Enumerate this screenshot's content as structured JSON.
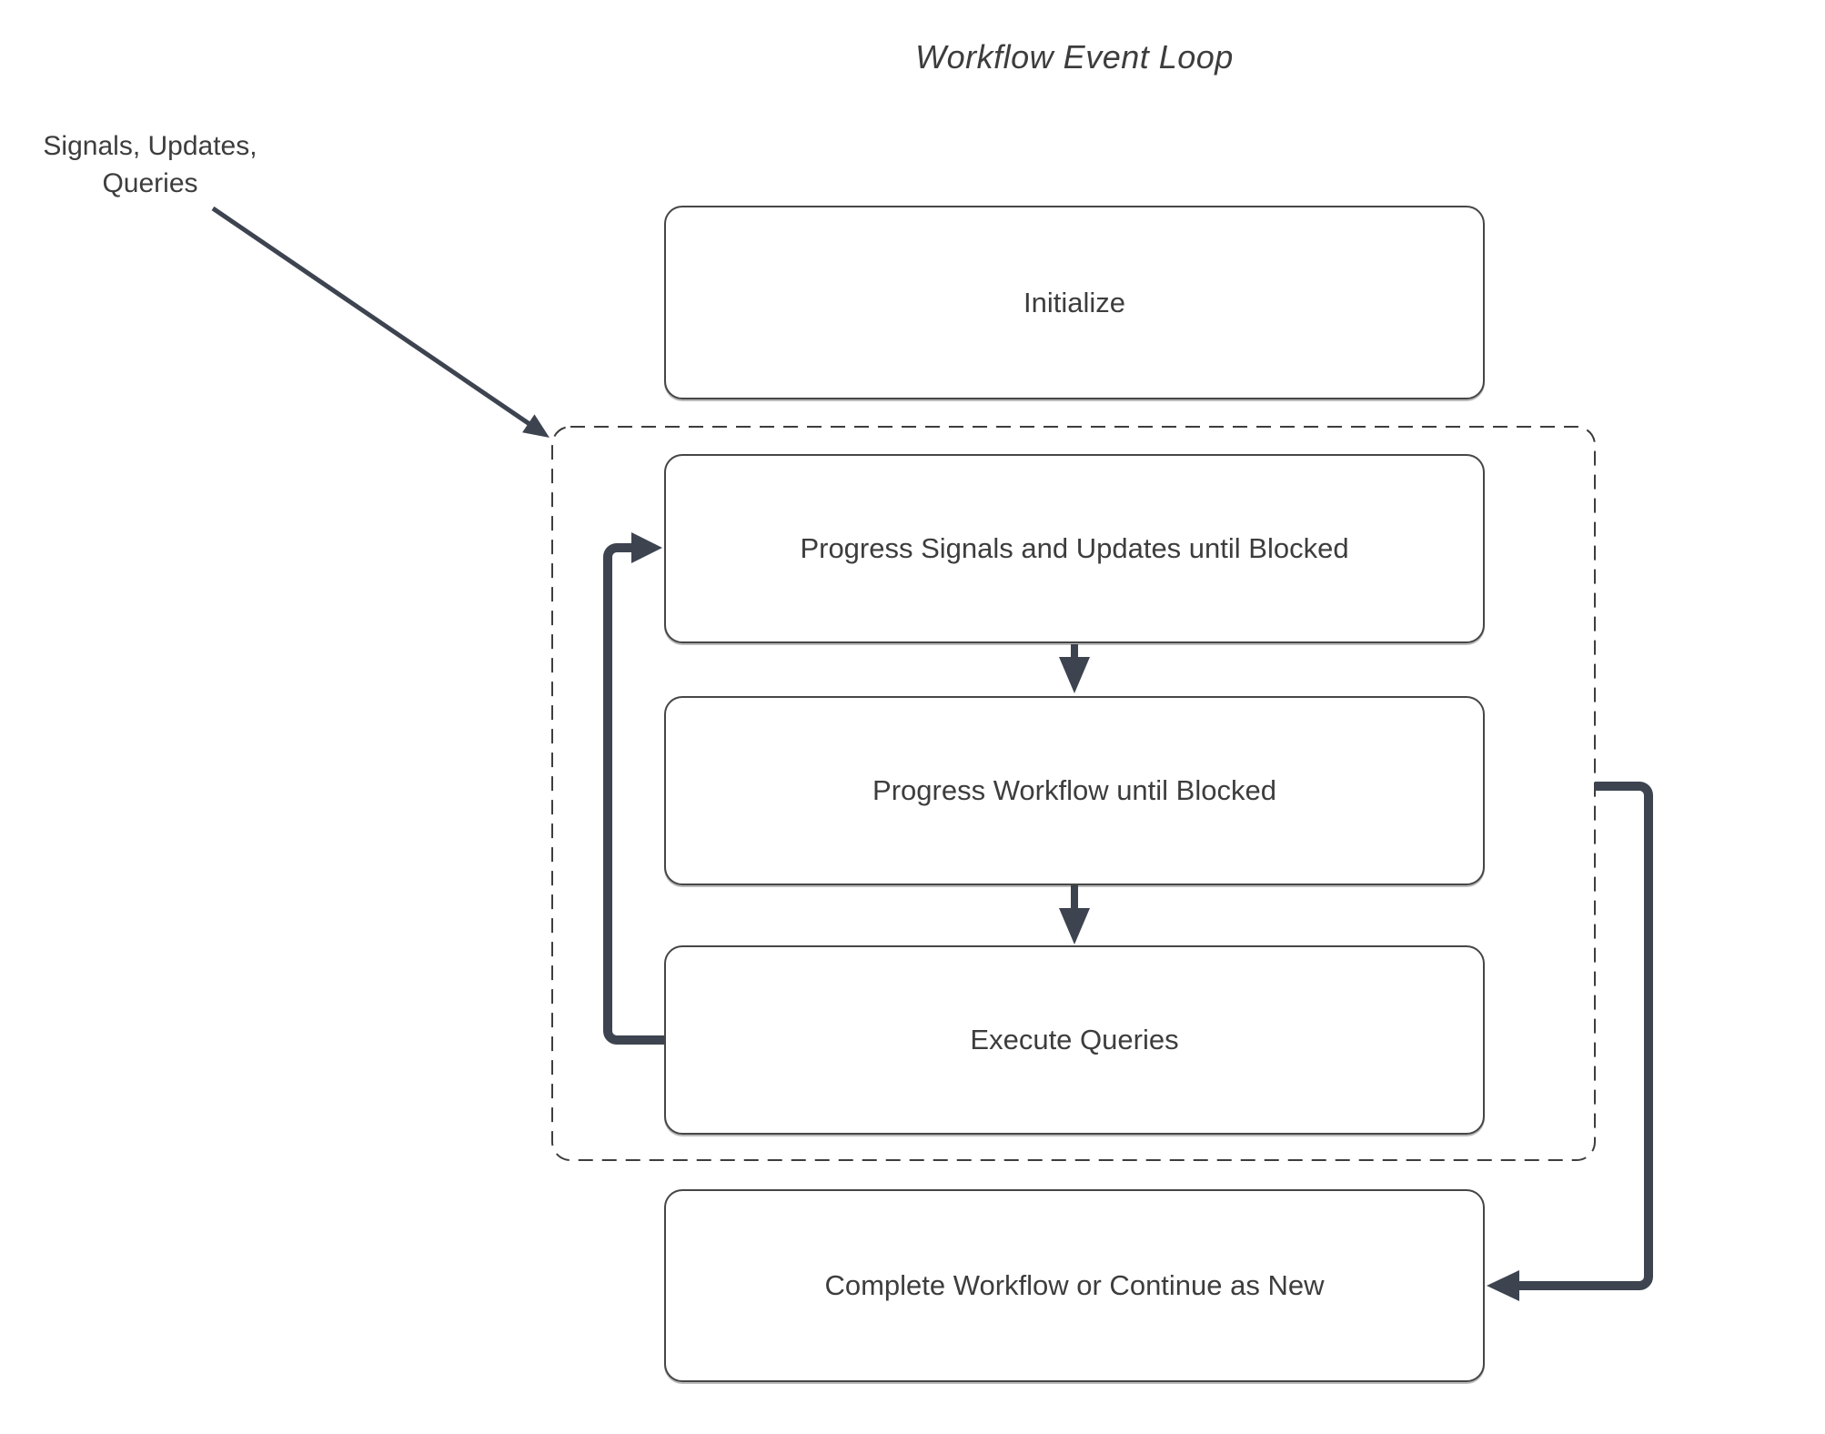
{
  "diagram": {
    "title": "Workflow Event Loop",
    "side_label": "Signals, Updates,\nQueries",
    "nodes": [
      {
        "id": "initialize",
        "label": "Initialize"
      },
      {
        "id": "progress-signals",
        "label": "Progress Signals and Updates until Blocked"
      },
      {
        "id": "progress-workflow",
        "label": "Progress Workflow until Blocked"
      },
      {
        "id": "execute-queries",
        "label": "Execute Queries"
      },
      {
        "id": "complete",
        "label": "Complete Workflow or Continue as New"
      }
    ],
    "group": {
      "id": "event-loop-group",
      "style": "dashed",
      "contains": [
        "progress-signals",
        "progress-workflow",
        "execute-queries"
      ]
    },
    "edges": [
      {
        "from": "signals-updates-queries-label",
        "to": "event-loop-group",
        "style": "thin-arrow"
      },
      {
        "from": "progress-signals",
        "to": "progress-workflow",
        "style": "down-arrow"
      },
      {
        "from": "progress-workflow",
        "to": "execute-queries",
        "style": "down-arrow"
      },
      {
        "from": "execute-queries",
        "to": "progress-signals",
        "style": "thick-loop-back"
      },
      {
        "from": "event-loop-group",
        "to": "complete",
        "style": "thick-exit"
      }
    ]
  },
  "colors": {
    "background": "#ffffff",
    "text": "#3d3d3d",
    "box_fill": "#ffffff",
    "box_border": "#464646",
    "dashed_border": "#3d3d3d",
    "connector": "#3d4450"
  }
}
